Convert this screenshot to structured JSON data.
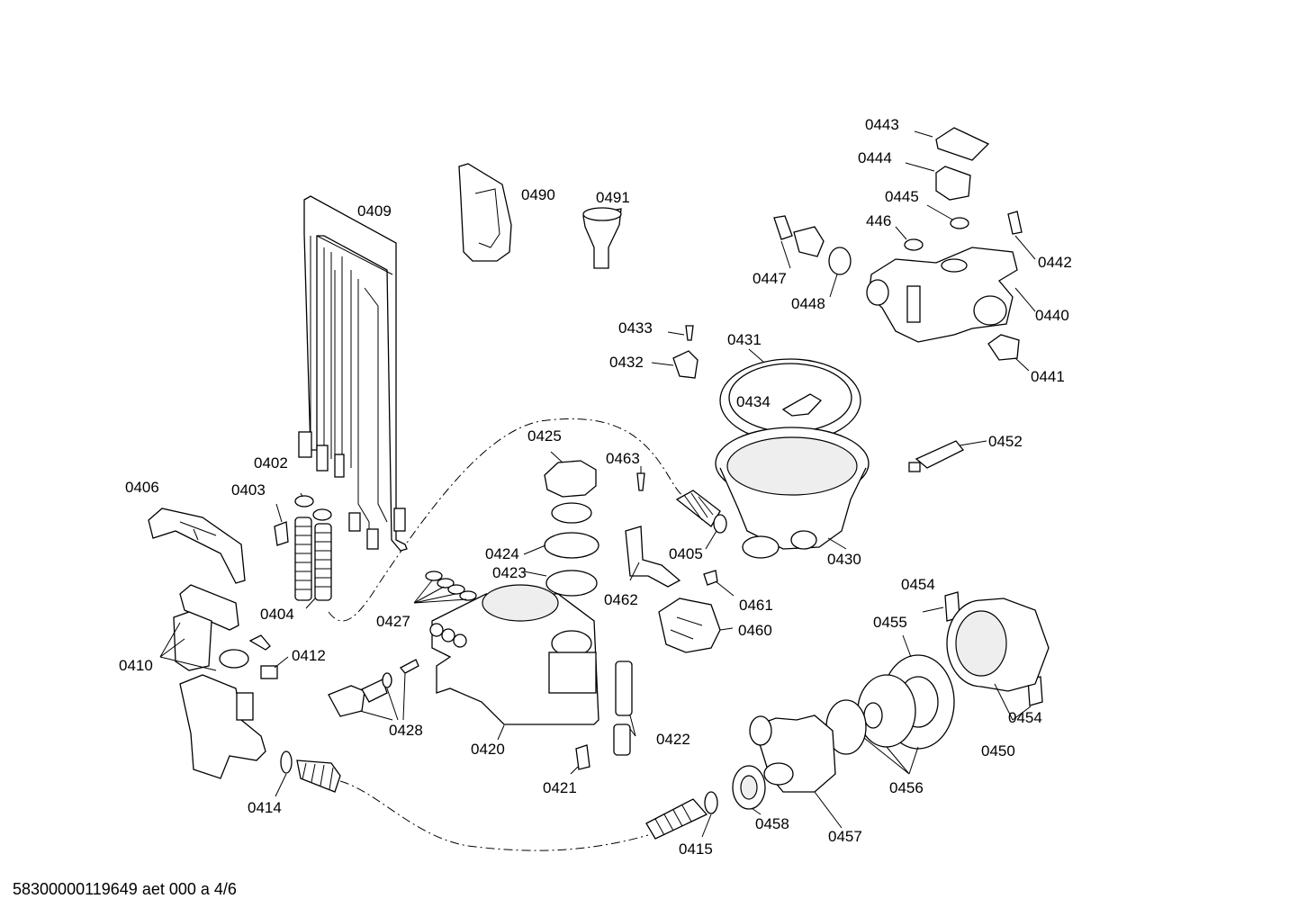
{
  "diagram": {
    "labels": {
      "p0402": "0402",
      "p0403": "0403",
      "p0404": "0404",
      "p0405": "0405",
      "p0406": "0406",
      "p0409": "0409",
      "p0410": "0410",
      "p0412": "0412",
      "p0414": "0414",
      "p0415": "0415",
      "p0420": "0420",
      "p0421": "0421",
      "p0422": "0422",
      "p0423": "0423",
      "p0424": "0424",
      "p0425": "0425",
      "p0427": "0427",
      "p0428": "0428",
      "p0430": "0430",
      "p0431": "0431",
      "p0432": "0432",
      "p0433": "0433",
      "p0434": "0434",
      "p0440": "0440",
      "p0441": "0441",
      "p0442": "0442",
      "p0443": "0443",
      "p0444": "0444",
      "p0445": "0445",
      "p446": "446",
      "p0447": "0447",
      "p0448": "0448",
      "p0450": "0450",
      "p0452": "0452",
      "p0454a": "0454",
      "p0454b": "0454",
      "p0455": "0455",
      "p0456": "0456",
      "p0457": "0457",
      "p0458": "0458",
      "p0460": "0460",
      "p0461": "0461",
      "p0462": "0462",
      "p0463": "0463",
      "p0490": "0490",
      "p0491": "0491"
    }
  },
  "footer": {
    "doc_id": "58300000119649 aet 000 a 4/6"
  }
}
